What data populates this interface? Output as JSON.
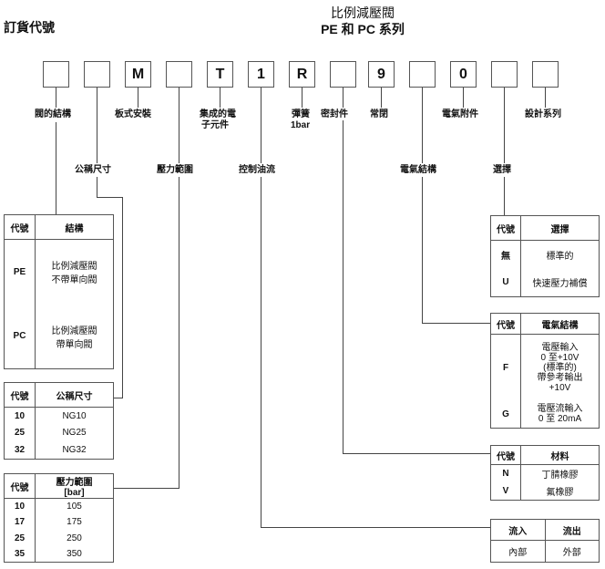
{
  "header": {
    "title": "訂貨代號",
    "series_line1": "比例減壓閥",
    "series_line2": "PE 和 PC 系列"
  },
  "code_boxes": [
    "",
    "",
    "M",
    "",
    "T",
    "1",
    "R",
    "",
    "9",
    "",
    "0",
    "",
    ""
  ],
  "labels": {
    "valve_structure": "閥的結構",
    "plate_mount": "板式安裝",
    "integrated_1": "集成的電",
    "integrated_2": "子元件",
    "spring_1": "彈簧",
    "spring_2": "1bar",
    "seal": "密封件",
    "normally_closed": "常閉",
    "electric_accessory": "電氣附件",
    "design_series": "設計系列",
    "nominal_size": "公稱尺寸",
    "pressure_range": "壓力範圍",
    "control_flow": "控制油流",
    "electrical_structure": "電氣結構",
    "selection": "選擇"
  },
  "tables": {
    "structure": {
      "headers": [
        "代號",
        "結構"
      ],
      "rows": [
        {
          "code": "PE",
          "line1": "比例減壓閥",
          "line2": "不帶單向閥"
        },
        {
          "code": "PC",
          "line1": "比例減壓閥",
          "line2": "帶單向閥"
        }
      ]
    },
    "size": {
      "headers": [
        "代號",
        "公稱尺寸"
      ],
      "rows": [
        {
          "code": "10",
          "value": "NG10"
        },
        {
          "code": "25",
          "value": "NG25"
        },
        {
          "code": "32",
          "value": "NG32"
        }
      ]
    },
    "pressure": {
      "headers": [
        "代號",
        "壓力範圍",
        "[bar]"
      ],
      "rows": [
        {
          "code": "10",
          "value": "105"
        },
        {
          "code": "17",
          "value": "175"
        },
        {
          "code": "25",
          "value": "250"
        },
        {
          "code": "35",
          "value": "350"
        }
      ]
    },
    "selection": {
      "headers": [
        "代號",
        "選擇"
      ],
      "rows": [
        {
          "code": "無",
          "value": "標準的"
        },
        {
          "code": "U",
          "value": "快速壓力補償"
        }
      ]
    },
    "electrical": {
      "headers": [
        "代號",
        "電氣結構"
      ],
      "rows": [
        {
          "code": "F",
          "lines": [
            "電壓輸入",
            "0 至+10V",
            "(標準的)",
            "帶參考輸出",
            "+10V"
          ]
        },
        {
          "code": "G",
          "lines": [
            "電壓流輸入",
            "0 至 20mA"
          ]
        }
      ]
    },
    "material": {
      "headers": [
        "代號",
        "材料"
      ],
      "rows": [
        {
          "code": "N",
          "value": "丁腈橡膠"
        },
        {
          "code": "V",
          "value": "氟橡膠"
        }
      ]
    },
    "flow": {
      "headers": [
        "流入",
        "流出"
      ],
      "rows": [
        {
          "in": "內部",
          "out": "外部"
        }
      ]
    }
  }
}
